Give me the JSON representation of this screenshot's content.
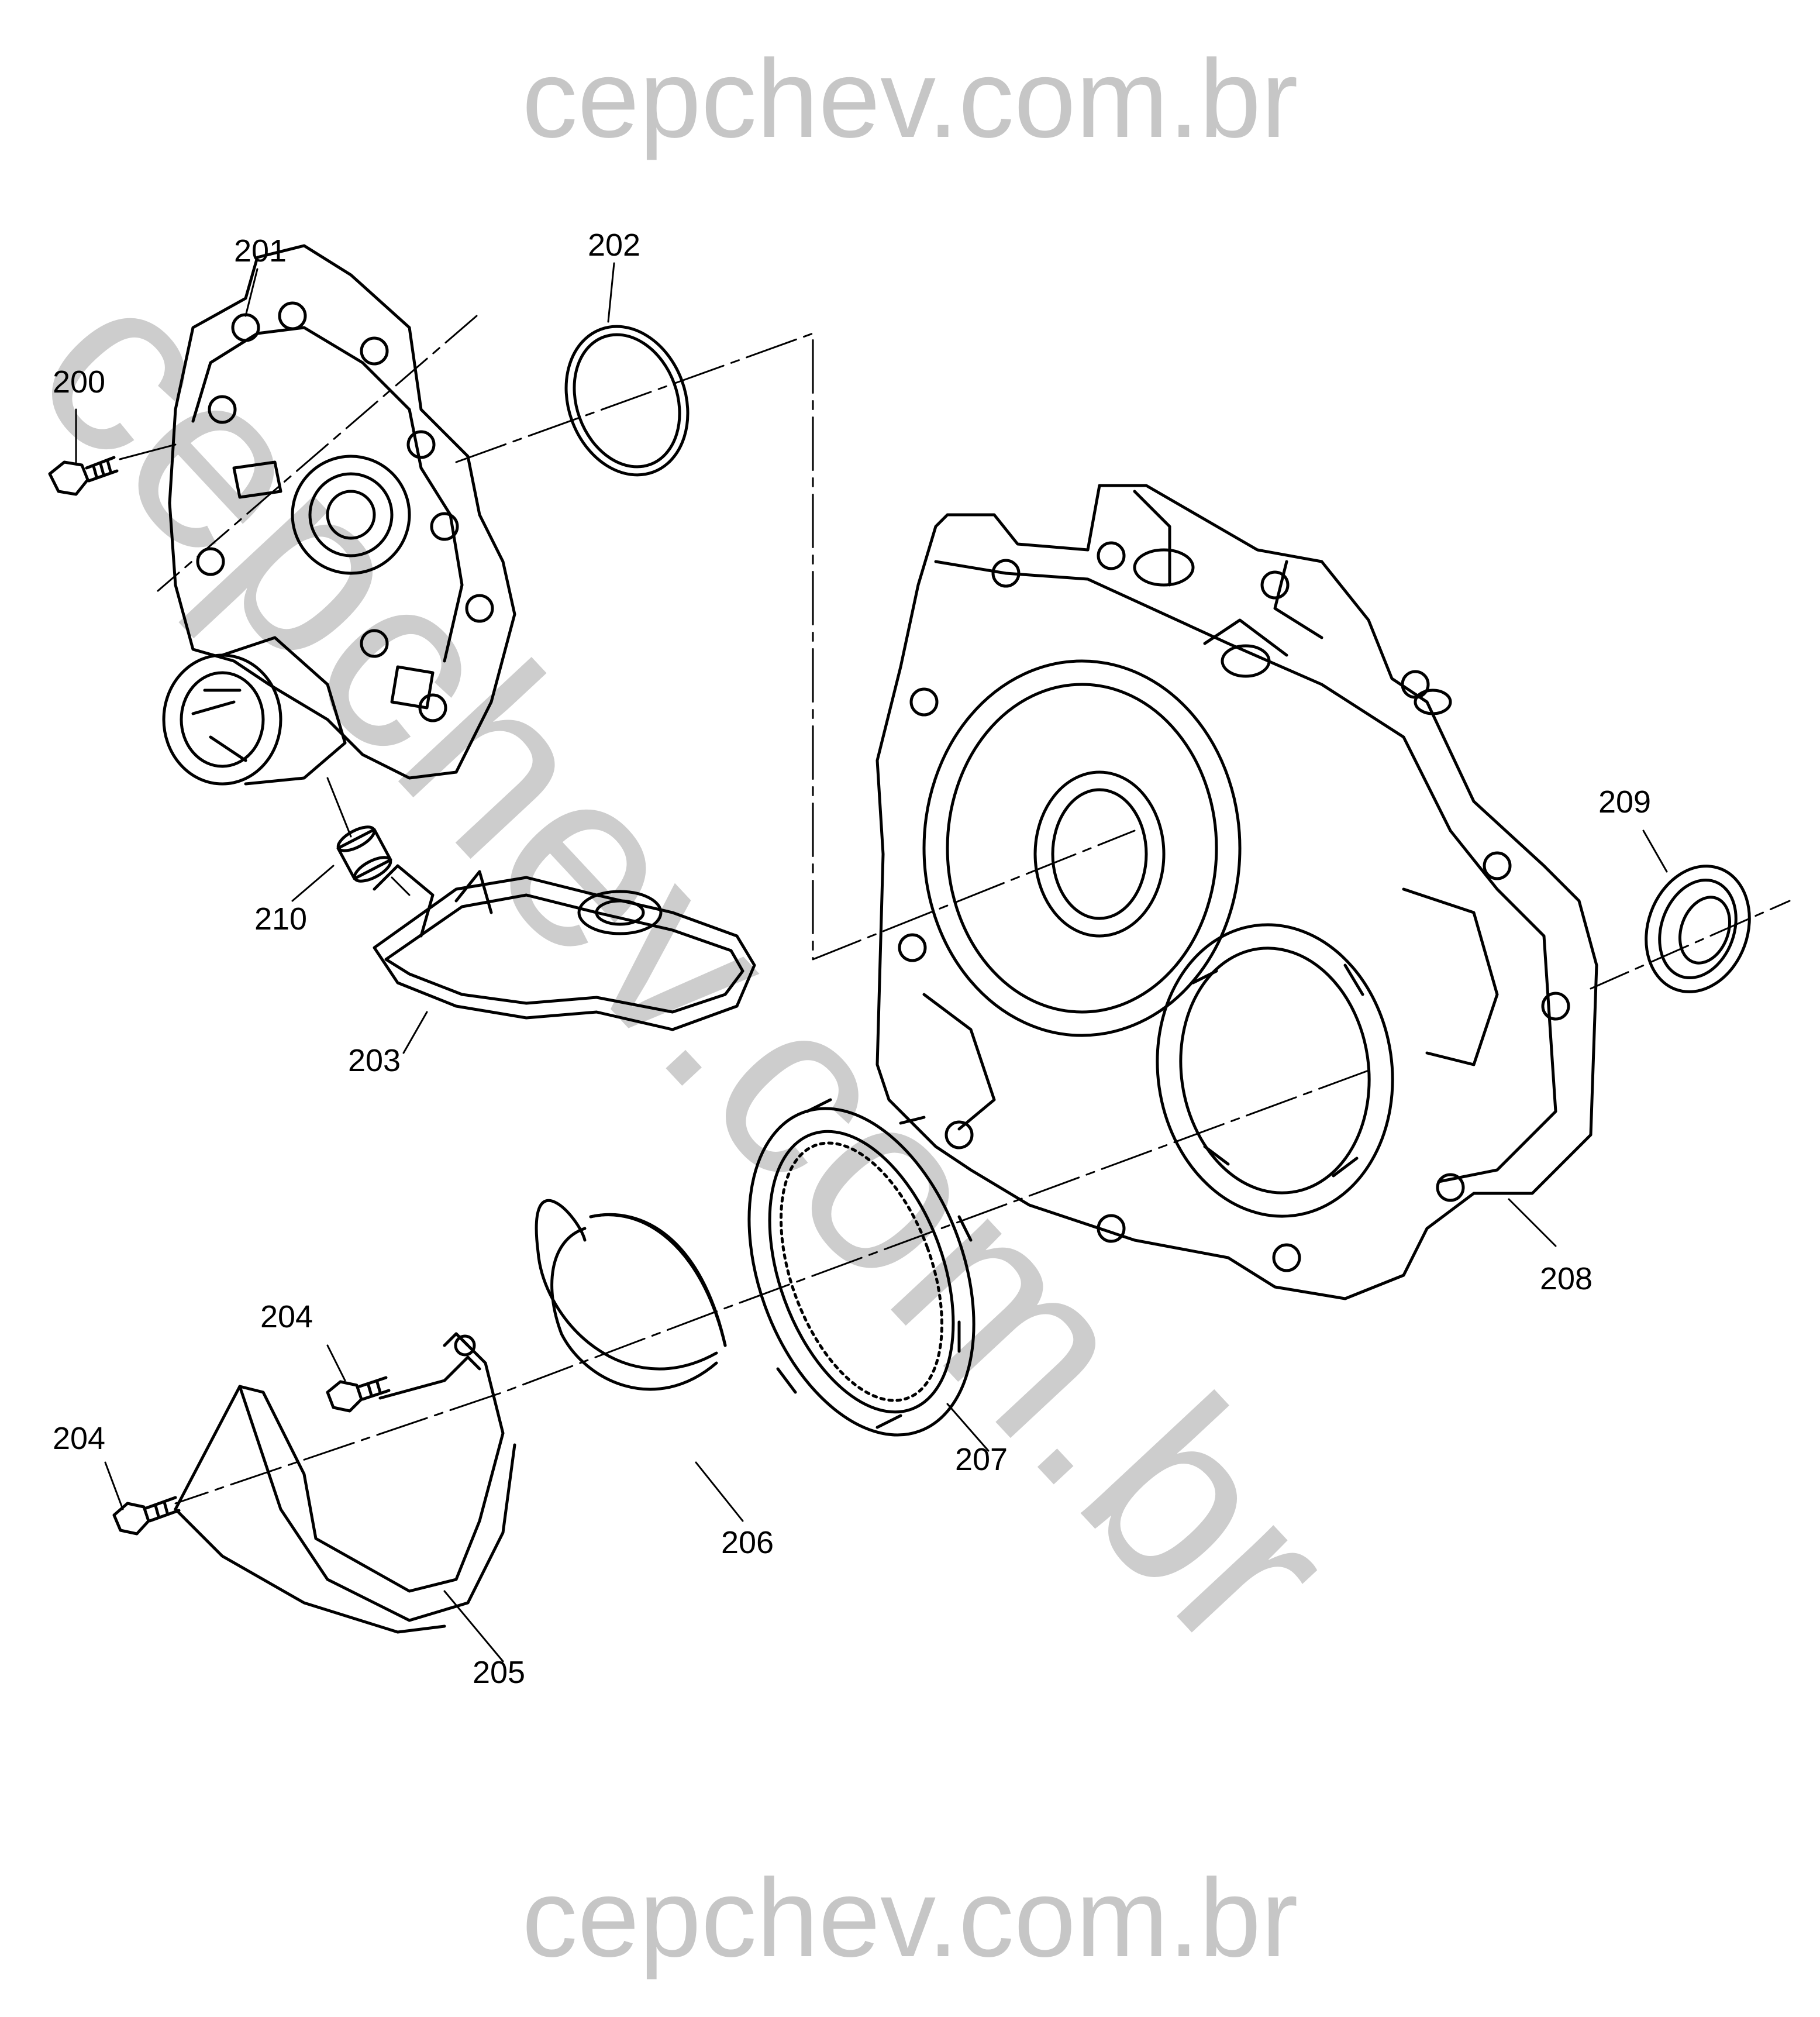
{
  "watermark": {
    "top": "cepchev.com.br",
    "diagonal": "cepchev.com.br",
    "bottom": "cepchev.com.br"
  },
  "callouts": {
    "c200": "200",
    "c201": "201",
    "c202": "202",
    "c203": "203",
    "c204a": "204",
    "c204b": "204",
    "c205": "205",
    "c206": "206",
    "c207": "207",
    "c208": "208",
    "c209": "209",
    "c210": "210"
  }
}
